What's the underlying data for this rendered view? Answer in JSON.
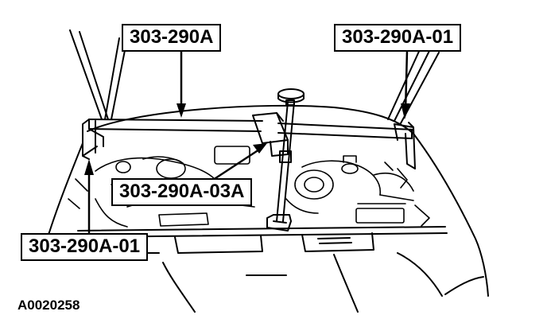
{
  "callouts": {
    "bar_tool": "303-290A",
    "right_support": "303-290A-01",
    "hook_bar": "303-290A-03A",
    "left_support": "303-290A-01"
  },
  "figure_id": "A0020258"
}
